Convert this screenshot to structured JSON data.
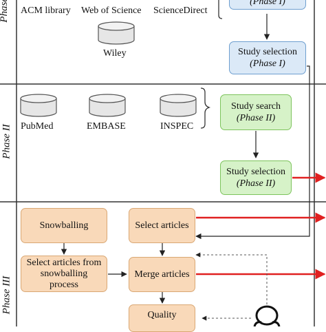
{
  "phases": {
    "phase1": "Phase I",
    "phase2": "Phase II",
    "phase3": "Phase III"
  },
  "databases": {
    "acm": "ACM library",
    "wos": "Web of Science",
    "sciencedirect": "ScienceDirect",
    "wiley": "Wiley",
    "pubmed": "PubMed",
    "embase": "EMBASE",
    "inspec": "INSPEC"
  },
  "boxes": {
    "phase1_search_sub": "(Phase I)",
    "phase1_selection": "Study selection",
    "phase1_selection_sub": "(Phase I)",
    "phase2_search": "Study search",
    "phase2_search_sub": "(Phase II)",
    "phase2_selection": "Study selection",
    "phase2_selection_sub": "(Phase II)",
    "snowballing": "Snowballing",
    "select_articles": "Select articles",
    "select_snowball_1": "Select articles from",
    "select_snowball_2": "snowballing",
    "select_snowball_3": "process",
    "merge_articles": "Merge articles",
    "quality": "Quality"
  },
  "colors": {
    "blue_fill": "#dbe9f7",
    "green_fill": "#d6f2c8",
    "orange_fill": "#f9d9b9",
    "red_arrow": "#e02020"
  }
}
